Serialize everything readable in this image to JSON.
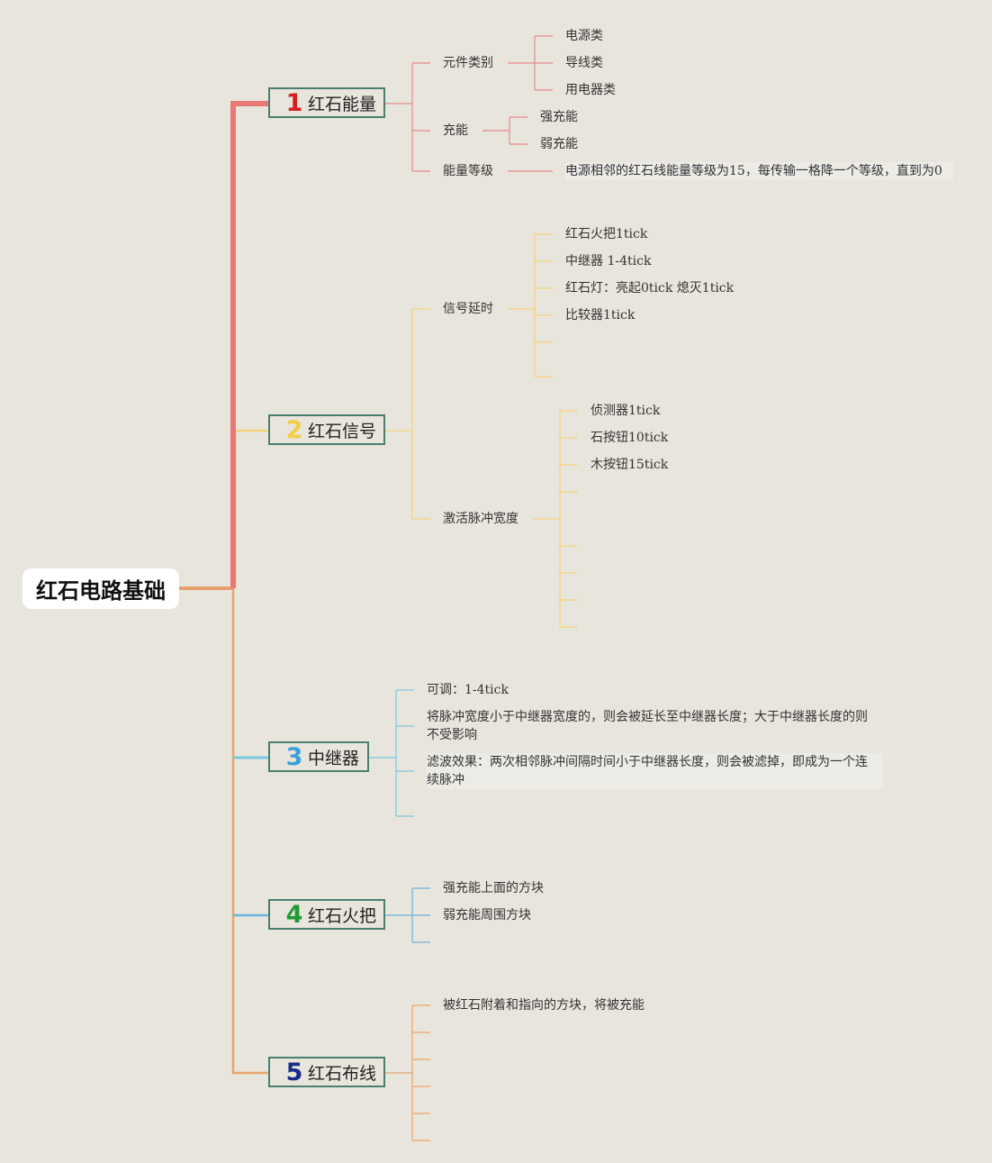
{
  "root": {
    "label": "红石电路基础"
  },
  "branches": [
    {
      "num": "1",
      "label": "红石能量",
      "color": "#e87878",
      "children": [
        {
          "label": "元件类别",
          "items": [
            "电源类",
            "导线类",
            "用电器类"
          ]
        },
        {
          "label": "充能",
          "items": [
            "强充能",
            "弱充能"
          ]
        },
        {
          "label": "能量等级",
          "items": [
            "电源相邻的红石线能量等级为15，每传输一格降一个等级，直到为0"
          ]
        }
      ]
    },
    {
      "num": "2",
      "label": "红石信号",
      "color": "#f5d37c",
      "children": [
        {
          "label": "信号延时",
          "items": [
            "红石火把1tick",
            "中继器 1-4tick",
            "红石灯：亮起0tick 熄灭1tick",
            "比较器1tick"
          ]
        },
        {
          "label": "激活脉冲宽度",
          "items": [
            "侦测器1tick",
            "石按钮10tick",
            "木按钮15tick"
          ]
        }
      ]
    },
    {
      "num": "3",
      "label": "中继器",
      "color": "#7cc7e0",
      "items": [
        "可调：1-4tick",
        "将脉冲宽度小于中继器宽度的，则会被延长至中继器长度；大于中继器长度的则不受影响",
        "滤波效果：两次相邻脉冲间隔时间小于中继器长度，则会被滤掉，即成为一个连续脉冲"
      ]
    },
    {
      "num": "4",
      "label": "红石火把",
      "color": "#6ab5e0",
      "items": [
        "强充能上面的方块",
        "弱充能周围方块"
      ]
    },
    {
      "num": "5",
      "label": "红石布线",
      "color": "#eba56a",
      "items": [
        "被红石附着和指向的方块，将被充能"
      ]
    }
  ]
}
